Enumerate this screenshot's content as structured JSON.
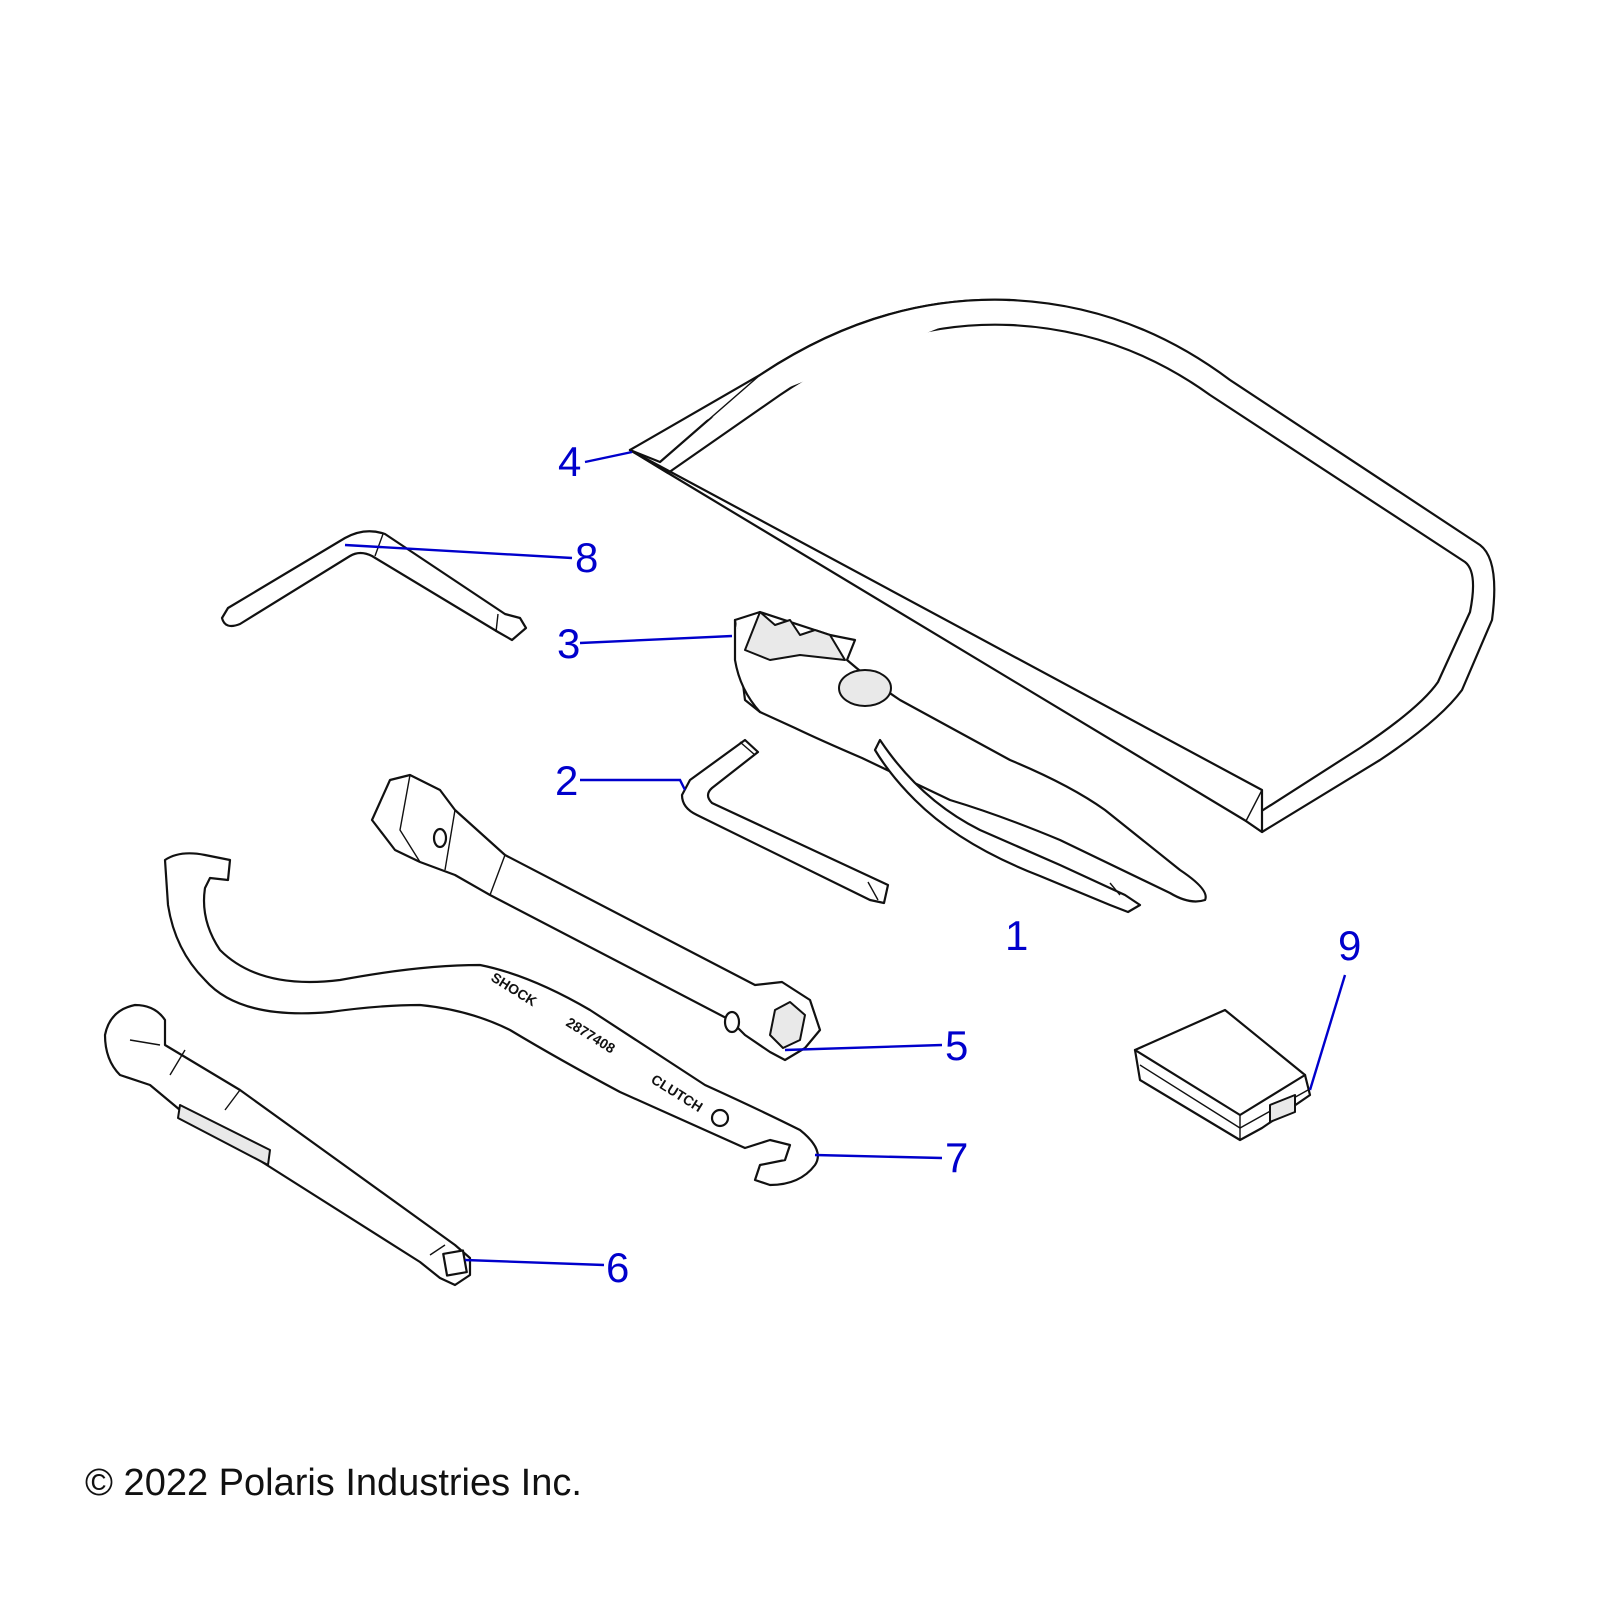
{
  "callouts": {
    "c1": "1",
    "c2": "2",
    "c3": "3",
    "c4": "4",
    "c5": "5",
    "c6": "6",
    "c7": "7",
    "c8": "8",
    "c9": "9"
  },
  "engravings": {
    "shock": "SHOCK",
    "part_number": "2877408",
    "clutch": "CLUTCH"
  },
  "copyright": "© 2022 Polaris Industries Inc.",
  "colors": {
    "callout": "#0000cc",
    "line_art": "#111111",
    "background": "#ffffff"
  }
}
